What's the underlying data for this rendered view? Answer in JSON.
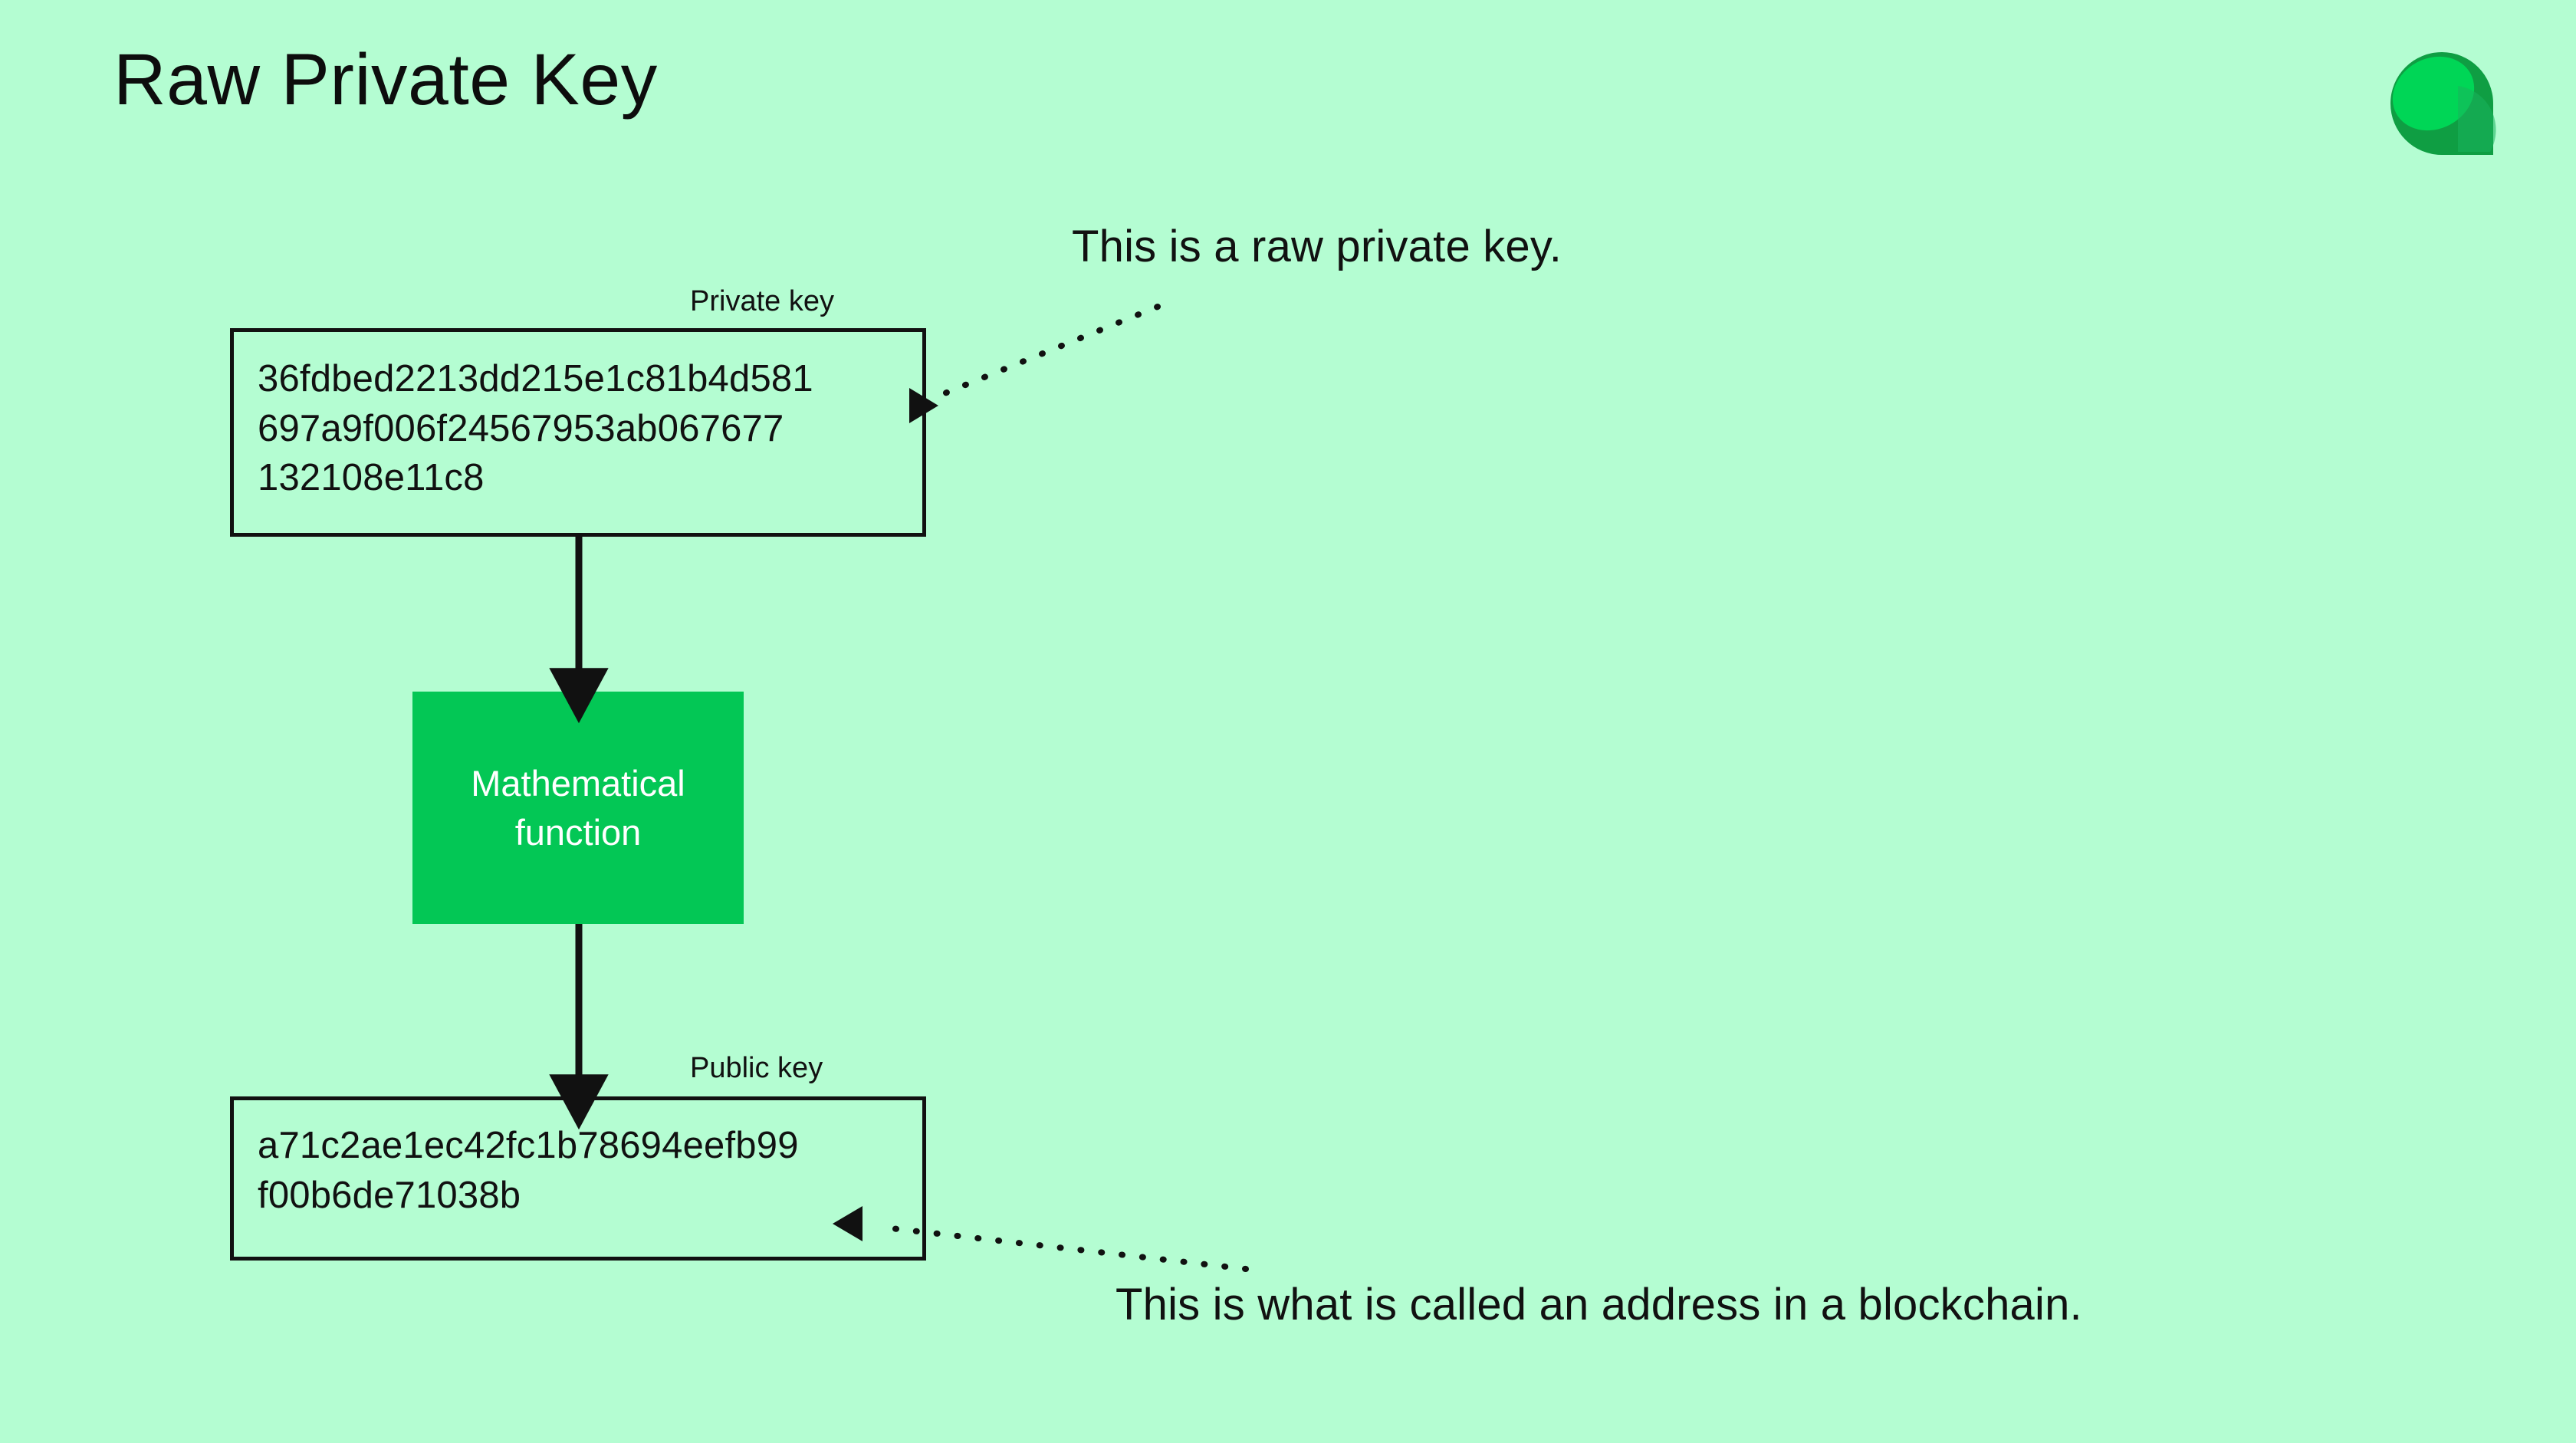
{
  "page": {
    "title": "Raw Private Key",
    "background_color": "#b4fdd2",
    "accent_color": "#03c755",
    "ink_color": "#111111"
  },
  "logo": {
    "name": "brand-leaf-logo",
    "colors": {
      "light": "#00d656",
      "mid": "#1ab45c",
      "dark": "#0f9e43"
    }
  },
  "diagram": {
    "private_key": {
      "caption": "Private key",
      "lines": [
        "36fdbed2213dd215e1c81b4d581",
        "697a9f006f24567953ab067677",
        "132108e11c8"
      ],
      "text": "36fdbed2213dd215e1c81b4d581\n697a9f006f24567953ab067677\n132108e11c8"
    },
    "function": {
      "label": "Mathematical\nfunction",
      "fill": "#03c755",
      "text_color": "#ffffff"
    },
    "public_key": {
      "caption": "Public key",
      "lines": [
        "a71c2ae1ec42fc1b78694eefb99",
        "f00b6de71038b"
      ],
      "text": "a71c2ae1ec42fc1b78694eefb99\nf00b6de71038b"
    }
  },
  "annotations": {
    "private_note": "This is a raw private key.",
    "public_note": "This is what is called an address in a blockchain."
  }
}
